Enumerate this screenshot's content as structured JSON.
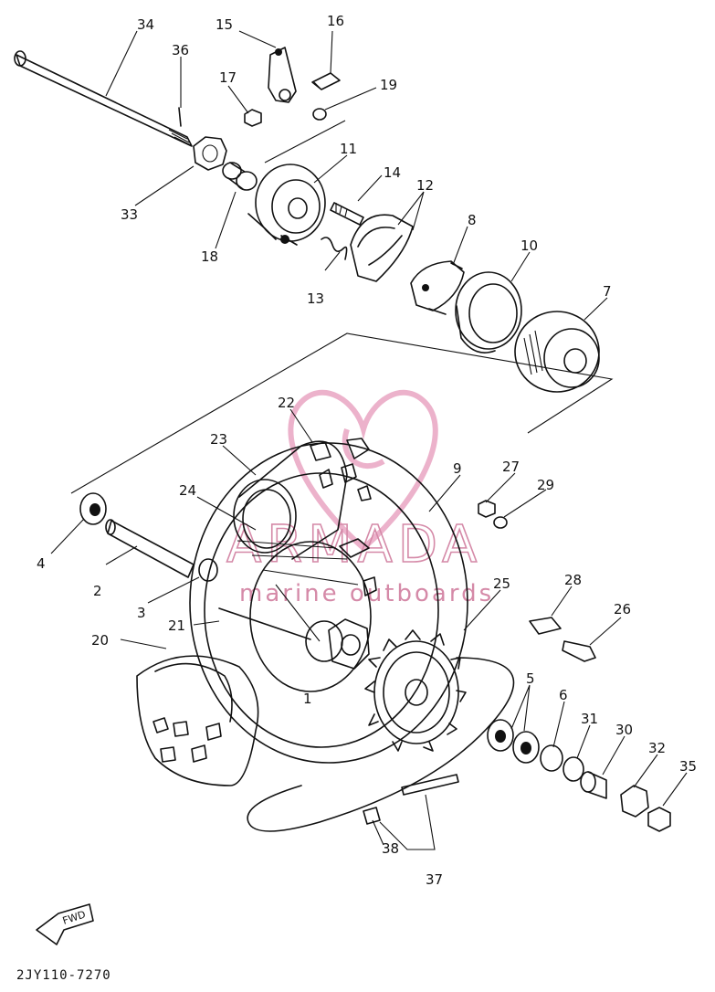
{
  "diagram": {
    "reference_code": "2JY110-7270",
    "fwd_label": "FWD",
    "watermark": {
      "main": "ARMADA",
      "sub": "marine outboards"
    },
    "labels": {
      "p1": "1",
      "p2": "2",
      "p3": "3",
      "p4": "4",
      "p5": "5",
      "p6": "6",
      "p7": "7",
      "p8": "8",
      "p9": "9",
      "p10": "10",
      "p11": "11",
      "p12": "12",
      "p13": "13",
      "p14": "14",
      "p15": "15",
      "p16": "16",
      "p17": "17",
      "p18": "18",
      "p19": "19",
      "p20": "20",
      "p21": "21",
      "p22": "22",
      "p23": "23",
      "p24": "24",
      "p25": "25",
      "p26": "26",
      "p27": "27",
      "p28": "28",
      "p29": "29",
      "p30": "30",
      "p31": "31",
      "p32": "32",
      "p33": "33",
      "p34": "34",
      "p35": "35",
      "p36": "36",
      "p37": "37",
      "p38": "38"
    }
  }
}
